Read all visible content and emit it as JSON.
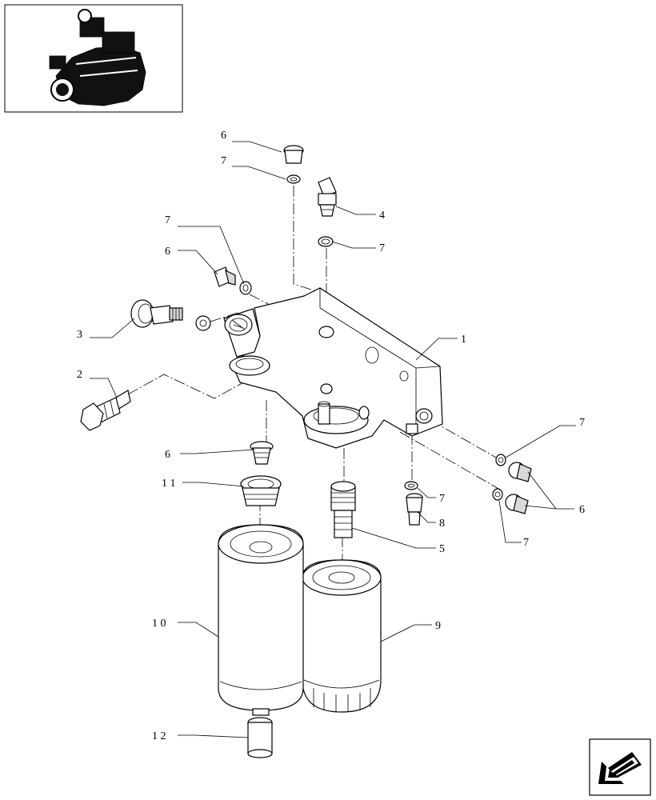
{
  "callouts": {
    "c1": "1",
    "c2": "2",
    "c3": "3",
    "c4": "4",
    "c5": "5",
    "c6a": "6",
    "c6b": "6",
    "c6c": "6",
    "c6d": "6",
    "c7a": "7",
    "c7b": "7",
    "c7c": "7",
    "c7d": "7",
    "c7e": "7",
    "c7f": "7",
    "c8": "8",
    "c9": "9",
    "c10": "1 0",
    "c11": "1 1",
    "c12": "1 2"
  },
  "icons": {
    "thumbnail": "engine-thumbnail-icon",
    "navigation": "previous-page-arrow-icon"
  },
  "colors": {
    "line": "#000000",
    "background": "#ffffff",
    "shade": "#d9d9d9"
  }
}
